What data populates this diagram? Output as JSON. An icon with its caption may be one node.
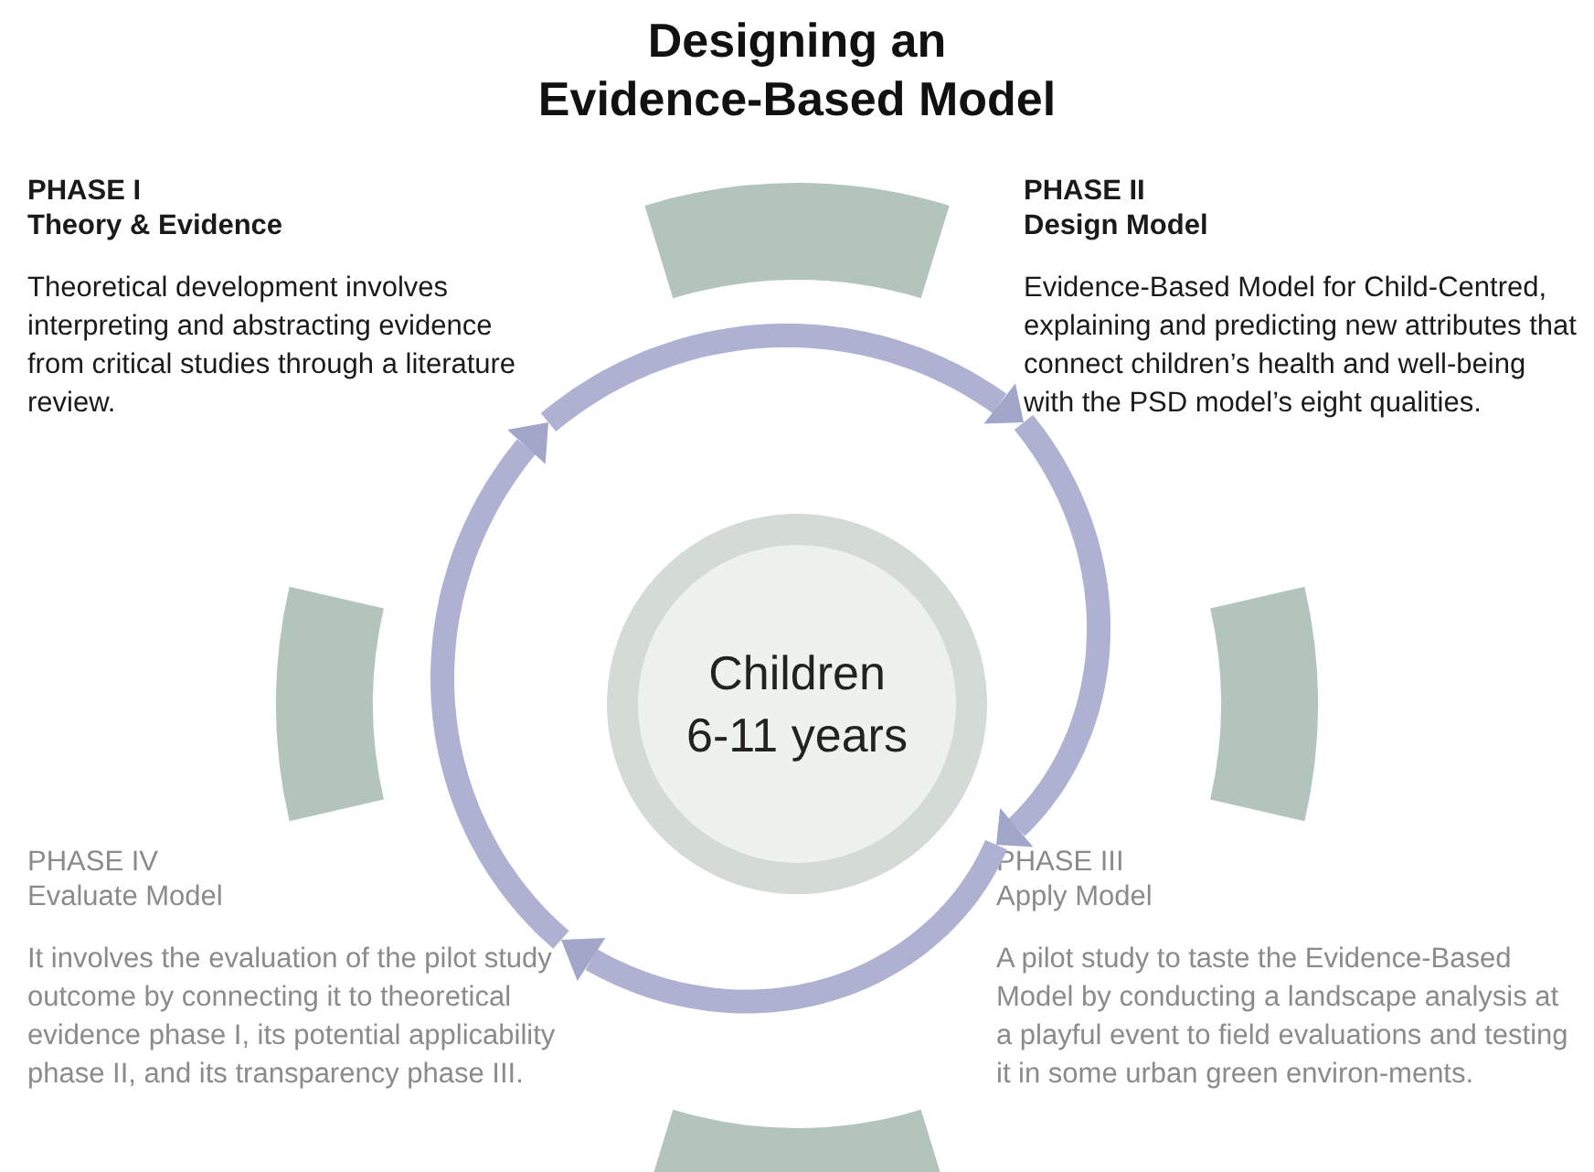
{
  "diagram": {
    "title": "Designing an Evidence-Based Model",
    "nodes": [
      {
        "text": [
          "PHASE I",
          "Theory & Evidence",
          "Theoretical development involves interpreting and abstracting evidence from critical studies through a literature review."
        ]
      },
      {
        "text": [
          "PHASE II",
          "Design Model",
          "Evidence-Based Model for Child-Centred, explaining and predicting new attributes that connect children’s health and well-being with the PSD model’s eight qualities."
        ]
      },
      {
        "text": [
          "Children 6-11 years"
        ]
      },
      {
        "text": [
          "PHASE IV",
          "Evaluate Model",
          "It involves the evaluation of the pilot study outcome by connecting it to theoretical evidence phase I, its potential applicability phase II, and its transparency phase III."
        ]
      },
      {
        "text": [
          "PHASE III",
          "Apply Model",
          "A pilot study to taste the Evidence-Based Model by conducting a landscape analysis at a playful event to field evaluations and testing it in some urban green environ-ments."
        ]
      },
      {
        "text": [],
        "shape": "band"
      },
      {
        "text": [],
        "shape": "band"
      },
      {
        "text": [],
        "shape": "band"
      },
      {
        "text": [],
        "shape": "band"
      }
    ],
    "edges": [
      {
        "from": 0,
        "to": 1,
        "arrow": "to"
      },
      {
        "from": 1,
        "to": 4,
        "arrow": "to"
      },
      {
        "from": 4,
        "to": 3,
        "arrow": "to"
      },
      {
        "from": 3,
        "to": 0,
        "arrow": "to"
      }
    ]
  }
}
